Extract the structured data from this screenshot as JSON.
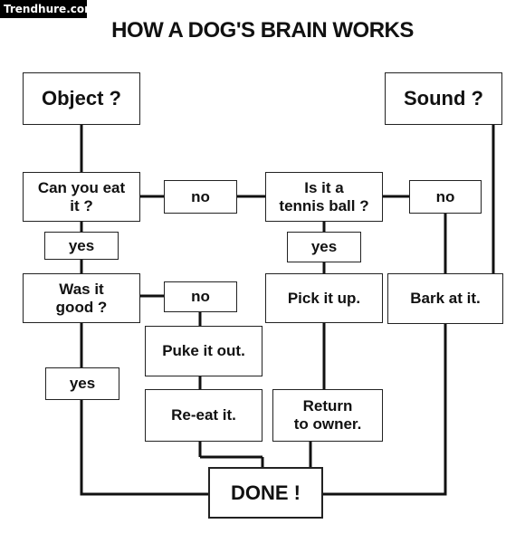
{
  "watermark": "Trendhure.com",
  "title": "HOW A DOG'S BRAIN WORKS",
  "nodes": {
    "object": "Object ?",
    "sound": "Sound ?",
    "can_eat": "Can you eat\nit ?",
    "no_eat": "no",
    "tennis_ball": "Is it a\ntennis ball ?",
    "no_ball": "no",
    "yes_eat": "yes",
    "yes_ball": "yes",
    "was_good": "Was it\ngood ?",
    "no_good": "no",
    "pick_up": "Pick it up.",
    "bark": "Bark at it.",
    "puke": "Puke it out.",
    "yes_good": "yes",
    "re_eat": "Re-eat it.",
    "return": "Return\nto owner.",
    "done": "DONE !"
  }
}
